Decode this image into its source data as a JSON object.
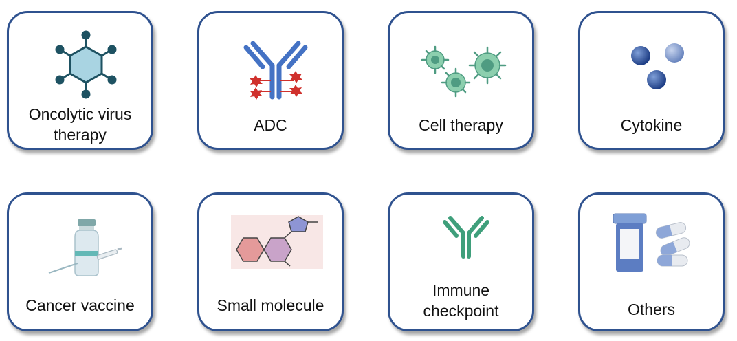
{
  "cards": [
    {
      "label_lines": [
        "Oncolytic virus",
        "therapy"
      ],
      "icon": "oncolytic-virus-icon"
    },
    {
      "label_lines": [
        "ADC"
      ],
      "icon": "antibody-drug-conjugate-icon"
    },
    {
      "label_lines": [
        "Cell therapy"
      ],
      "icon": "immune-cells-icon"
    },
    {
      "label_lines": [
        "Cytokine"
      ],
      "icon": "cytokine-spheres-icon"
    },
    {
      "label_lines": [
        "Cancer vaccine"
      ],
      "icon": "vaccine-vial-syringe-icon"
    },
    {
      "label_lines": [
        "Small molecule"
      ],
      "icon": "chemical-structure-icon"
    },
    {
      "label_lines": [
        "Immune",
        "checkpoint"
      ],
      "icon": "antibody-icon"
    },
    {
      "label_lines": [
        "Others"
      ],
      "icon": "pills-bottle-icon"
    }
  ],
  "colors": {
    "card_border": "#2f528f",
    "virus_fill": "#a9d4e2",
    "virus_stroke": "#1e5262",
    "antibody_blue": "#4472c4",
    "payload_red": "#d0312d",
    "cell_green": "#8ccfae",
    "cytokine_blue": "#2f55a4",
    "checkpoint_green": "#3f9f7b"
  }
}
